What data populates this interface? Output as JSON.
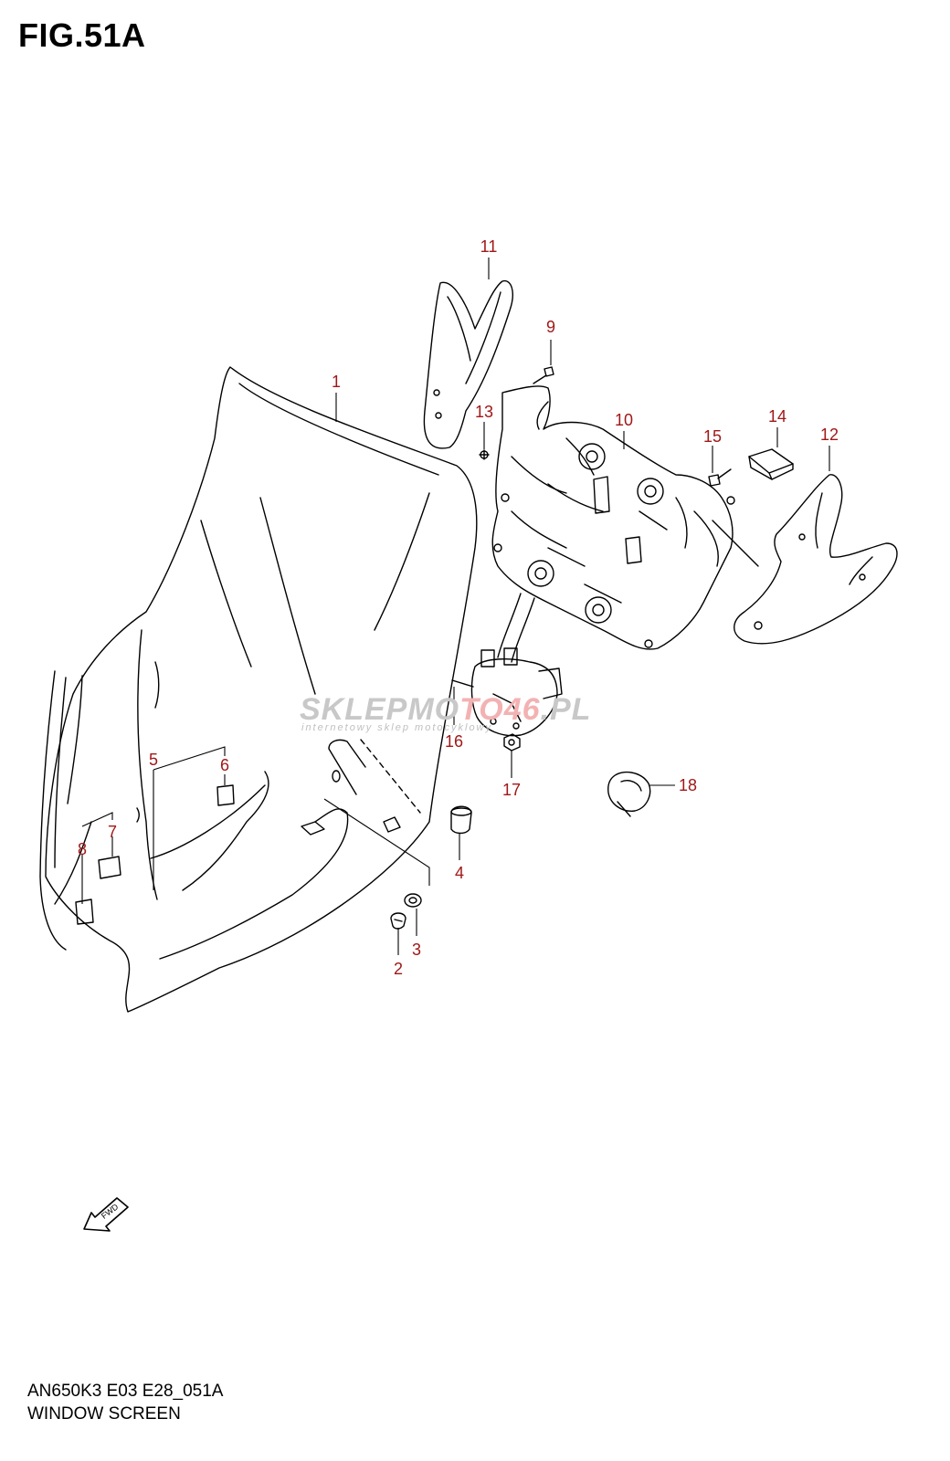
{
  "figure": {
    "title": "FIG.51A"
  },
  "footer": {
    "code": "AN650K3 E03 E28_051A",
    "name": "WINDOW SCREEN"
  },
  "watermark": {
    "main_a": "SKLEPMO",
    "main_b": "TO46",
    "main_c": ".PL",
    "sub": "internetowy sklep motocyklowy"
  },
  "badge": {
    "fwd": "FWD"
  },
  "callouts": [
    {
      "id": "1",
      "label": "1"
    },
    {
      "id": "2",
      "label": "2"
    },
    {
      "id": "3",
      "label": "3"
    },
    {
      "id": "4",
      "label": "4"
    },
    {
      "id": "5",
      "label": "5"
    },
    {
      "id": "6",
      "label": "6"
    },
    {
      "id": "7",
      "label": "7"
    },
    {
      "id": "8",
      "label": "8"
    },
    {
      "id": "9",
      "label": "9"
    },
    {
      "id": "10",
      "label": "10"
    },
    {
      "id": "11",
      "label": "11"
    },
    {
      "id": "12",
      "label": "12"
    },
    {
      "id": "13",
      "label": "13"
    },
    {
      "id": "14",
      "label": "14"
    },
    {
      "id": "15",
      "label": "15"
    },
    {
      "id": "16",
      "label": "16"
    },
    {
      "id": "17",
      "label": "17"
    },
    {
      "id": "18",
      "label": "18"
    }
  ],
  "colors": {
    "callout": "#a01818",
    "line": "#000000"
  }
}
